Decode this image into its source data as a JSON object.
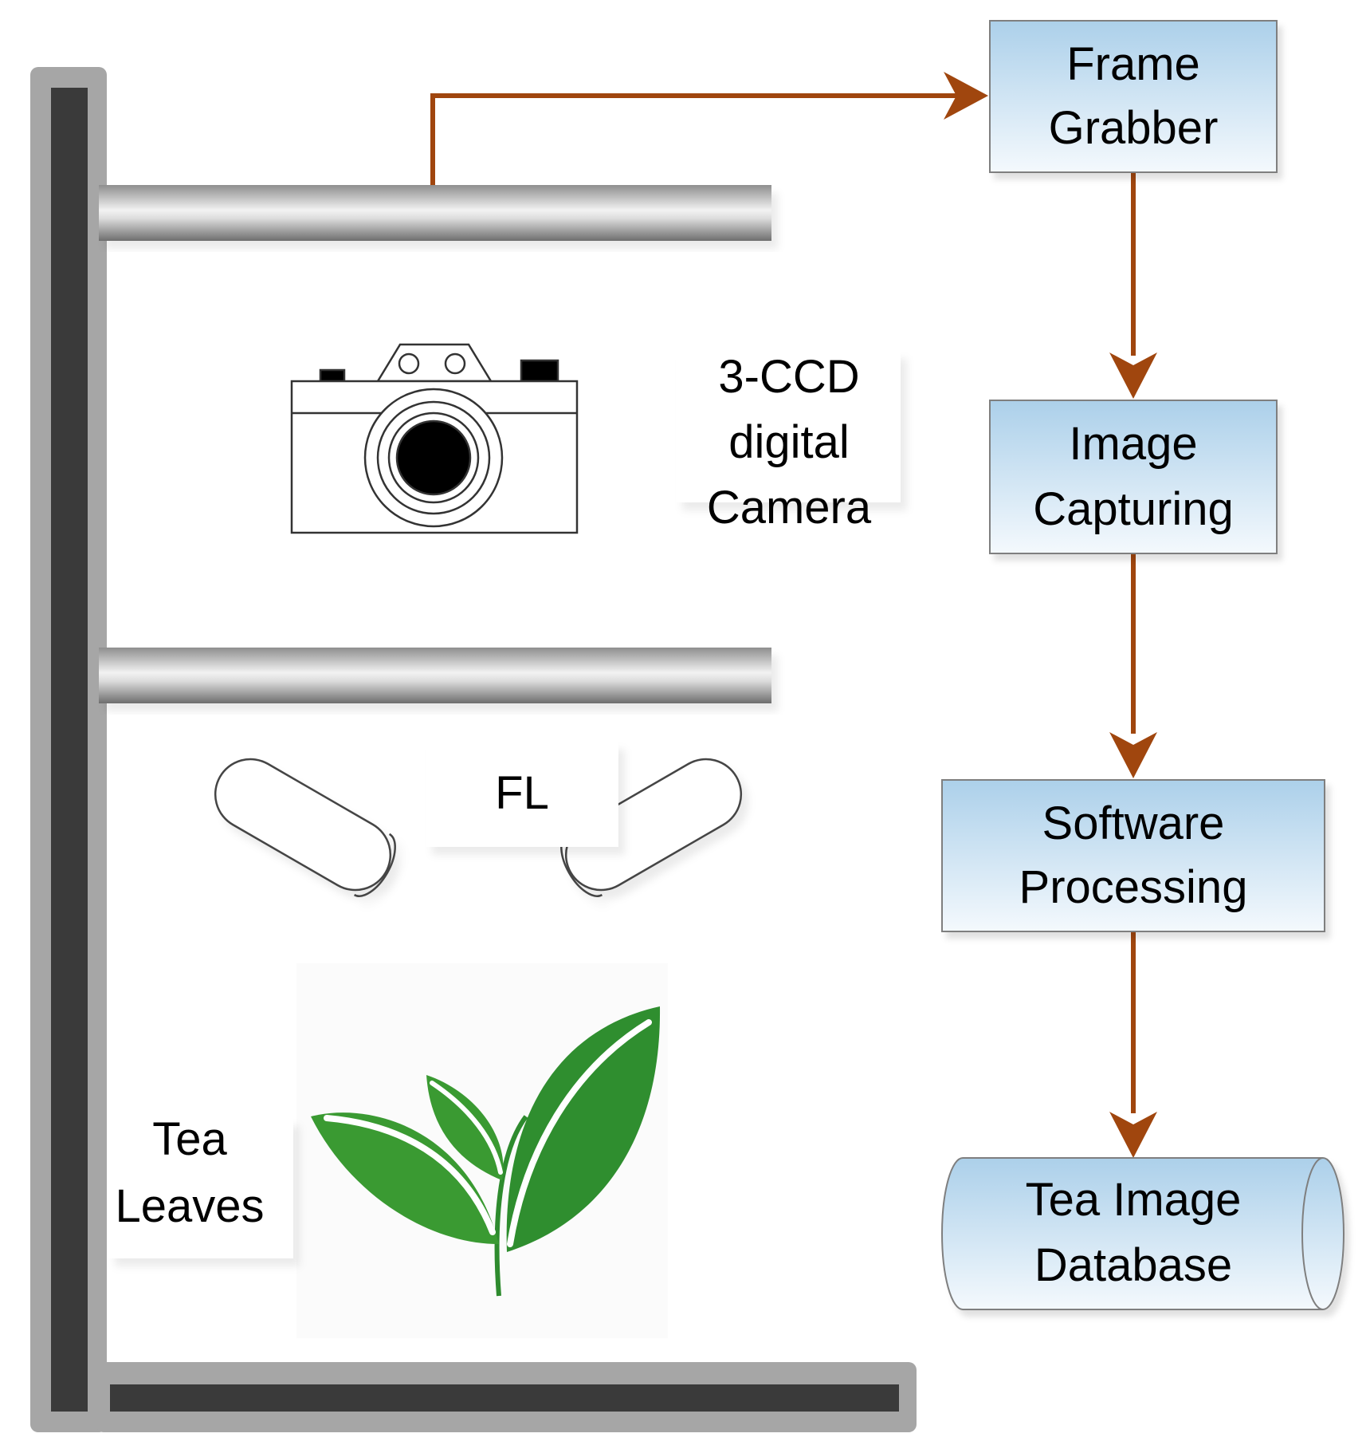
{
  "colors": {
    "arrow": "#a0460e",
    "box_top": "#b2d3ea",
    "box_bottom": "#ffffff",
    "box_border": "#7f7f7f",
    "frame_dark": "#3a3a3a",
    "frame_light": "#a6a6a6",
    "leaf_green": "#2e8b2e"
  },
  "flow": {
    "frame_grabber": {
      "line1": "Frame",
      "line2": "Grabber"
    },
    "image_capturing": {
      "line1": "Image",
      "line2": "Capturing"
    },
    "software_processing": {
      "line1": "Software",
      "line2": "Processing"
    },
    "tea_image_database": {
      "line1": "Tea Image",
      "line2": "Database"
    }
  },
  "apparatus": {
    "camera_label": {
      "line1": "3-CCD",
      "line2": "digital",
      "line3": "Camera"
    },
    "lamp_label": "FL",
    "leaves_label": {
      "line1": "Tea",
      "line2": "Leaves"
    }
  },
  "icons": {
    "camera": "camera-icon",
    "lamp": "fluorescent-lamp-icon",
    "leaves": "tea-leaf-icon"
  }
}
